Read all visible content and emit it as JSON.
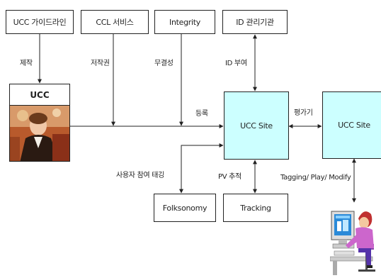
{
  "nodes": {
    "guideline": "UCC 가이드라인",
    "ccl": "CCL 서비스",
    "integrity": "Integrity",
    "id_agency": "ID 관리기관",
    "ucc": "UCC",
    "ucc_site_main": "UCC Site",
    "ucc_site_peer": "UCC Site",
    "folksonomy": "Folksonomy",
    "tracking": "Tracking"
  },
  "edges": {
    "produce": "제작",
    "copyright": "저작권",
    "integrity": "무결성",
    "id_grant": "ID 부여",
    "register": "등록",
    "evaluate": "평가기",
    "user_tagging": "사용자 참여 태깅",
    "pv_tracking": "PV 추적",
    "tag_play_modify": "Tagging/ Play/ Modify"
  },
  "colors": {
    "site_fill": "#ccffff",
    "line": "#222222"
  }
}
